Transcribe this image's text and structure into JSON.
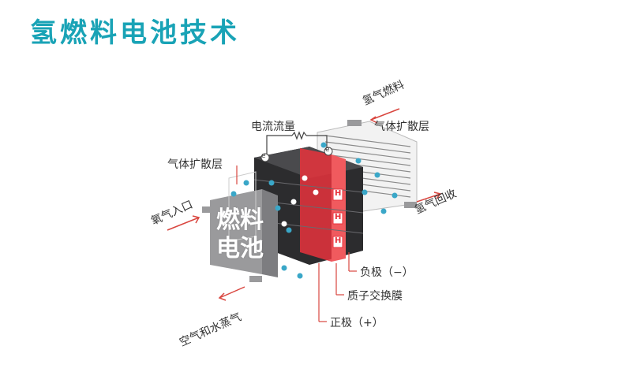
{
  "title": "氢燃料电池技术",
  "labels": {
    "current_flow": "电流流量",
    "gas_diffusion_left": "气体扩散层",
    "gas_diffusion_right": "气体扩散层",
    "hydrogen_fuel": "氢气燃料",
    "oxygen_inlet": "氧气入口",
    "hydrogen_recovery": "氢气回收",
    "air_and_vapor": "空气和水蒸气",
    "negative_electrode": "负极（−）",
    "proton_exchange_membrane": "质子交换膜",
    "positive_electrode": "正极（+）"
  },
  "panel": {
    "line1": "燃料",
    "line2": "电池"
  },
  "electron_symbol": "e",
  "proton_symbol": "H",
  "colors": {
    "title": "#19a3b6",
    "accent_red": "#e8333c",
    "membrane_red": "#f05a5e",
    "dark_stack": "#2c2c2e",
    "panel_grey": "#9a9a9c",
    "particle_blue": "#3aa7c8",
    "arrow_red": "#d9463f"
  }
}
